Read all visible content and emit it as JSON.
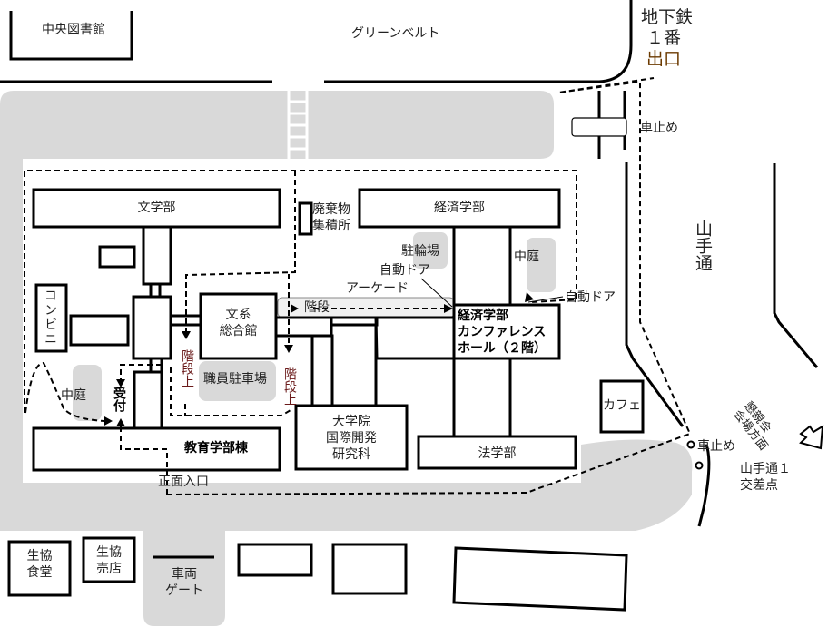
{
  "labels": {
    "central_library": "中央図書館",
    "green_belt": "グリーンベルト",
    "subway_exit": [
      "地下鉄",
      "１番",
      "出口"
    ],
    "car_stop_top": "車止め",
    "car_stop_bottom": "車止め",
    "yamate_street": "山手通",
    "party_direction": [
      "懇親会",
      "会場方面"
    ],
    "yamate_intersection": [
      "山手通１",
      "交差点"
    ],
    "faculty_letters": "文学部",
    "faculty_economics": "経済学部",
    "waste_collection": [
      "廃棄物",
      "集積所"
    ],
    "bicycle_parking": "駐輪場",
    "courtyard_right": "中庭",
    "auto_door_left": "自動ドア",
    "auto_door_right": "自動ドア",
    "arcade": "アーケード",
    "stairs_arcade": "階段",
    "conference_hall": [
      "経済学部",
      "カンファレンス",
      "ホール（２階）"
    ],
    "convenience_store": "コンビニ",
    "humanities_building": [
      "文系",
      "総合館"
    ],
    "stairs_up_1": "階段上",
    "stairs_up_2": "階段上",
    "staff_parking": "職員駐車場",
    "courtyard_left": "中庭",
    "reception": "受付",
    "education_building": "教育学部棟",
    "graduate_school": [
      "大学院",
      "国際開発",
      "研究科"
    ],
    "faculty_law": "法学部",
    "cafe": "カフェ",
    "main_entrance": "正面入口",
    "coop_cafeteria": [
      "生協",
      "食堂"
    ],
    "coop_store": [
      "生協",
      "売店"
    ],
    "vehicle_gate": [
      "車両",
      "ゲート"
    ]
  },
  "colors": {
    "road": "#d9d9d9",
    "arcade": "#f0f0f0",
    "line": "#000000"
  }
}
